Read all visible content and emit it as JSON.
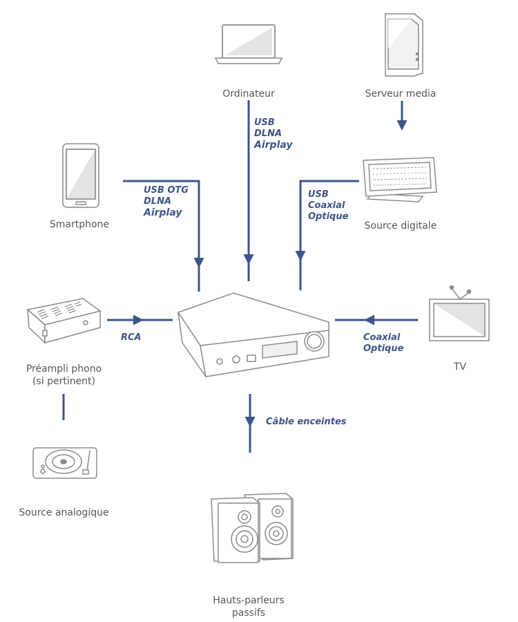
{
  "colors": {
    "connector": "#3d5488",
    "circle": "#ebebeb",
    "caption": "#555555",
    "device_stroke": "#8a8a8a"
  },
  "devices": {
    "computer": {
      "label": "Ordinateur",
      "icon": "laptop-icon"
    },
    "media_server": {
      "label": "Serveur media",
      "icon": "nas-server-icon"
    },
    "smartphone": {
      "label": "Smartphone",
      "icon": "smartphone-icon"
    },
    "digital_source": {
      "label": "Source digitale",
      "icon": "digital-source-icon"
    },
    "phono_preamp": {
      "label_line1": "Préampli phono",
      "label_line2": "(si pertinent)",
      "icon": "phono-preamp-icon"
    },
    "tv": {
      "label": "TV",
      "icon": "tv-icon"
    },
    "analog_source": {
      "label": "Source analogique",
      "icon": "turntable-icon"
    },
    "speakers": {
      "label_line1": "Hauts-parleurs",
      "label_line2": "passifs",
      "icon": "speakers-icon"
    },
    "amplifier": {
      "icon": "amplifier-icon"
    }
  },
  "connections": {
    "computer": [
      "USB",
      "DLNA",
      "Airplay"
    ],
    "smartphone": [
      "USB OTG",
      "DLNA",
      "Airplay"
    ],
    "digital_source": [
      "USB",
      "Coaxial",
      "Optique"
    ],
    "phono": [
      "RCA"
    ],
    "tv": [
      "Coaxial",
      "Optique"
    ],
    "speakers": [
      "Câble enceintes"
    ]
  }
}
